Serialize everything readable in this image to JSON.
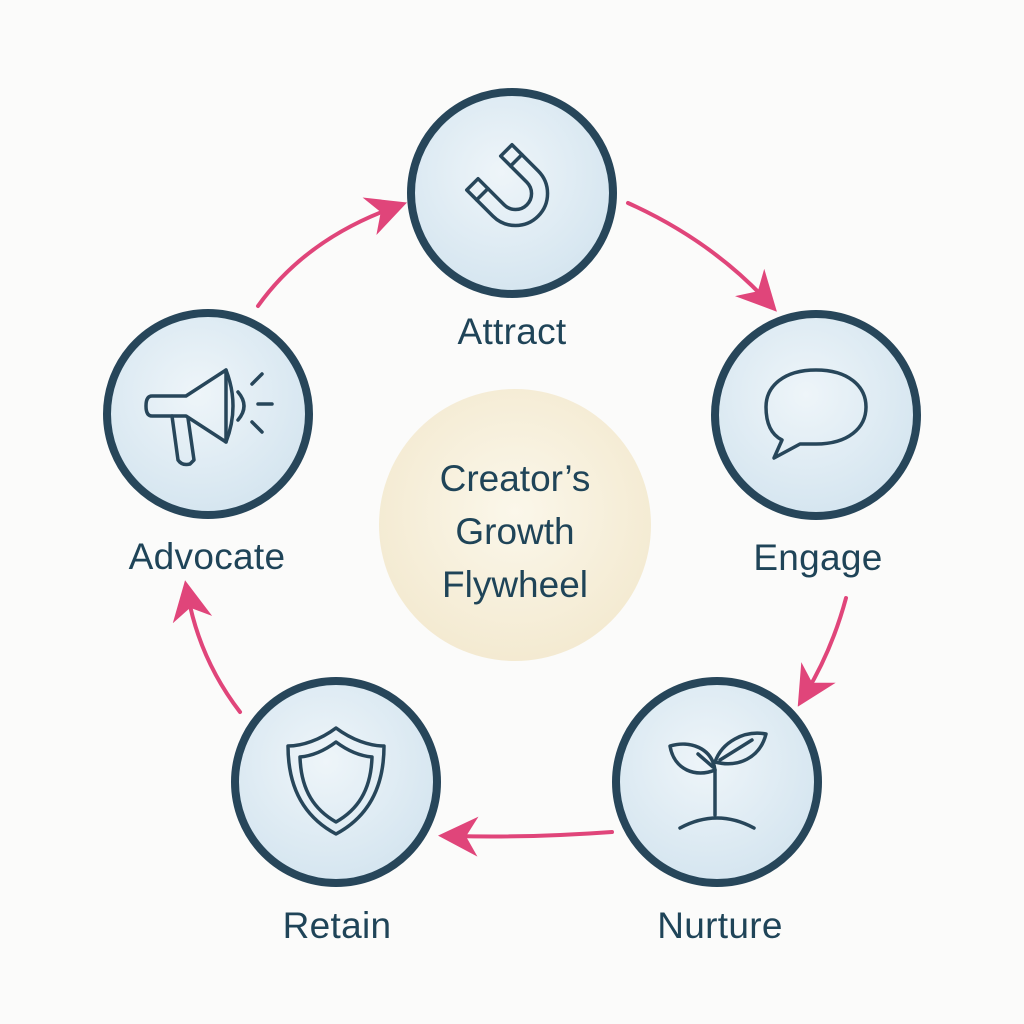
{
  "center": {
    "line1": "Creator’s",
    "line2": "Growth",
    "line3": "Flywheel"
  },
  "stages": [
    {
      "id": "attract",
      "label": "Attract",
      "icon": "magnet-icon"
    },
    {
      "id": "engage",
      "label": "Engage",
      "icon": "speech-bubble-icon"
    },
    {
      "id": "nurture",
      "label": "Nurture",
      "icon": "sprout-icon"
    },
    {
      "id": "retain",
      "label": "Retain",
      "icon": "shield-icon"
    },
    {
      "id": "advocate",
      "label": "Advocate",
      "icon": "megaphone-icon"
    }
  ],
  "colors": {
    "ring": "#27465a",
    "node_fill": "#dceaf3",
    "arrow": "#e0457a",
    "center_fill": "#f6efd9",
    "text": "#1f4458"
  }
}
